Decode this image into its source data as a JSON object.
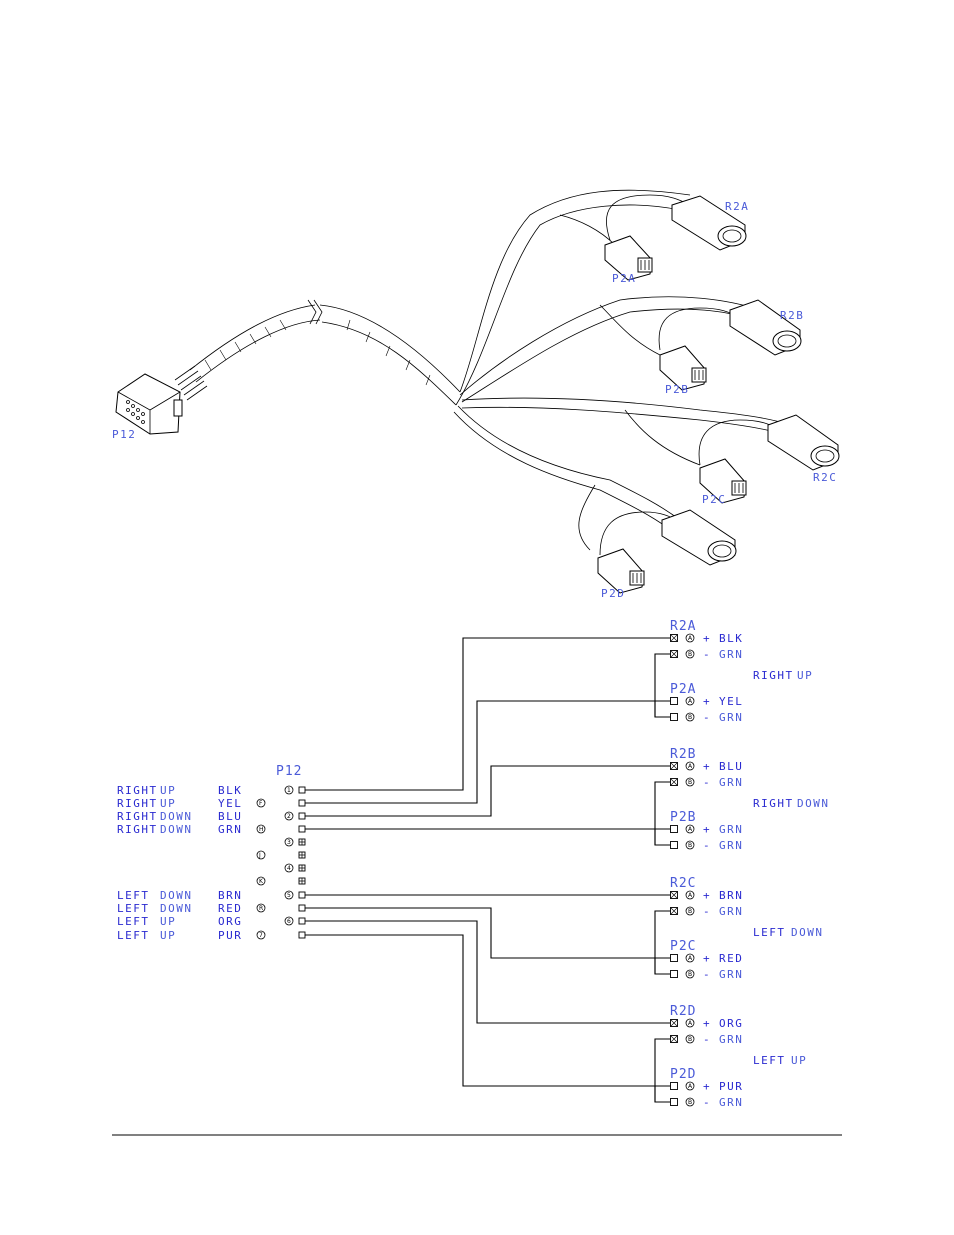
{
  "harness_labels": {
    "p12": "P12",
    "r2a": "R2A",
    "p2a": "P2A",
    "r2b": "R2B",
    "p2b": "P2B",
    "r2c": "R2C",
    "p2c": "P2C",
    "p2d": "P2D"
  },
  "schematic": {
    "p12_title": "P12",
    "left_rows": [
      {
        "func_a": "RIGHT",
        "func_b": "UP",
        "color": "BLK",
        "pin": "1"
      },
      {
        "func_a": "RIGHT",
        "func_b": "UP",
        "color": "YEL",
        "pin": "F"
      },
      {
        "func_a": "RIGHT",
        "func_b": "DOWN",
        "color": "BLU",
        "pin": "2"
      },
      {
        "func_a": "RIGHT",
        "func_b": "DOWN",
        "color": "GRN",
        "pin": "H"
      },
      {
        "pin": "3"
      },
      {
        "pin": "J"
      },
      {
        "pin": "4"
      },
      {
        "pin": "K"
      },
      {
        "func_a": "LEFT",
        "func_b": "DOWN",
        "color": "BRN",
        "pin": "5"
      },
      {
        "func_a": "LEFT",
        "func_b": "DOWN",
        "color": "RED",
        "pin": "R"
      },
      {
        "func_a": "LEFT",
        "func_b": "UP",
        "color": "ORG",
        "pin": "6"
      },
      {
        "func_a": "LEFT",
        "func_b": "UP",
        "color": "PUR",
        "pin": "7"
      }
    ],
    "groups": [
      {
        "func_a": "RIGHT",
        "func_b": "UP",
        "conns": [
          {
            "name": "R2A",
            "rows": [
              {
                "pin": "A",
                "sign": "+",
                "color": "BLK"
              },
              {
                "pin": "B",
                "sign": "-",
                "color": "GRN"
              }
            ]
          },
          {
            "name": "P2A",
            "rows": [
              {
                "pin": "A",
                "sign": "+",
                "color": "YEL"
              },
              {
                "pin": "B",
                "sign": "-",
                "color": "GRN"
              }
            ]
          }
        ]
      },
      {
        "func_a": "RIGHT",
        "func_b": "DOWN",
        "conns": [
          {
            "name": "R2B",
            "rows": [
              {
                "pin": "A",
                "sign": "+",
                "color": "BLU"
              },
              {
                "pin": "B",
                "sign": "-",
                "color": "GRN"
              }
            ]
          },
          {
            "name": "P2B",
            "rows": [
              {
                "pin": "A",
                "sign": "+",
                "color": "GRN"
              },
              {
                "pin": "B",
                "sign": "-",
                "color": "GRN"
              }
            ]
          }
        ]
      },
      {
        "func_a": "LEFT",
        "func_b": "DOWN",
        "conns": [
          {
            "name": "R2C",
            "rows": [
              {
                "pin": "A",
                "sign": "+",
                "color": "BRN"
              },
              {
                "pin": "B",
                "sign": "-",
                "color": "GRN"
              }
            ]
          },
          {
            "name": "P2C",
            "rows": [
              {
                "pin": "A",
                "sign": "+",
                "color": "RED"
              },
              {
                "pin": "B",
                "sign": "-",
                "color": "GRN"
              }
            ]
          }
        ]
      },
      {
        "func_a": "LEFT",
        "func_b": "UP",
        "conns": [
          {
            "name": "R2D",
            "rows": [
              {
                "pin": "A",
                "sign": "+",
                "color": "ORG"
              },
              {
                "pin": "B",
                "sign": "-",
                "color": "GRN"
              }
            ]
          },
          {
            "name": "P2D",
            "rows": [
              {
                "pin": "A",
                "sign": "+",
                "color": "PUR"
              },
              {
                "pin": "B",
                "sign": "-",
                "color": "GRN"
              }
            ]
          }
        ]
      }
    ]
  }
}
